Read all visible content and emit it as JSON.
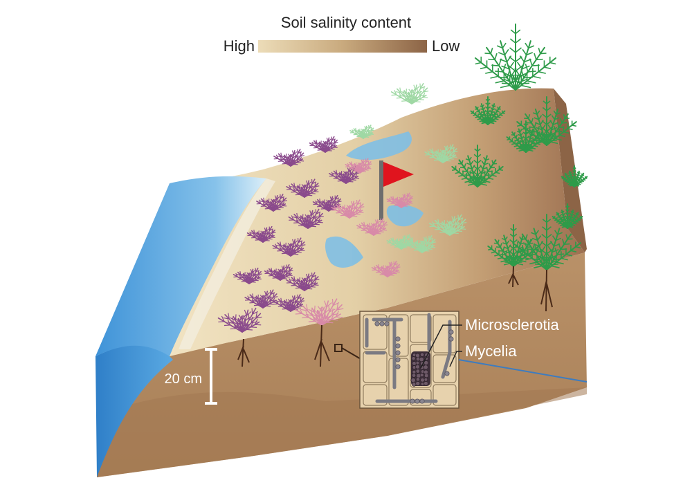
{
  "legend": {
    "title": "Soil salinity content",
    "high_label": "High",
    "low_label": "Low",
    "gradient_colors": [
      "#ecdcb8",
      "#c9aa7e",
      "#8c6446"
    ]
  },
  "scale_bar": {
    "label": "20 cm"
  },
  "inset": {
    "labels": {
      "microsclerotia": "Microsclerotia",
      "mycelia": "Mycelia"
    }
  },
  "colors": {
    "water": "#3b8fd4",
    "soil_surface_high_salinity": "#ecdcb8",
    "soil_surface_low_salinity": "#a57a57",
    "subsoil": "#b58b5f",
    "flag": "#e0141e",
    "suaeda_purple": "#8a4a8c",
    "suaeda_pink": "#d88aa8",
    "suaeda_light_green": "#9fd8a4",
    "tamarix_green": "#2e9b49"
  },
  "icons": [
    "flag-icon",
    "plant-icon",
    "scale-bar-icon"
  ]
}
